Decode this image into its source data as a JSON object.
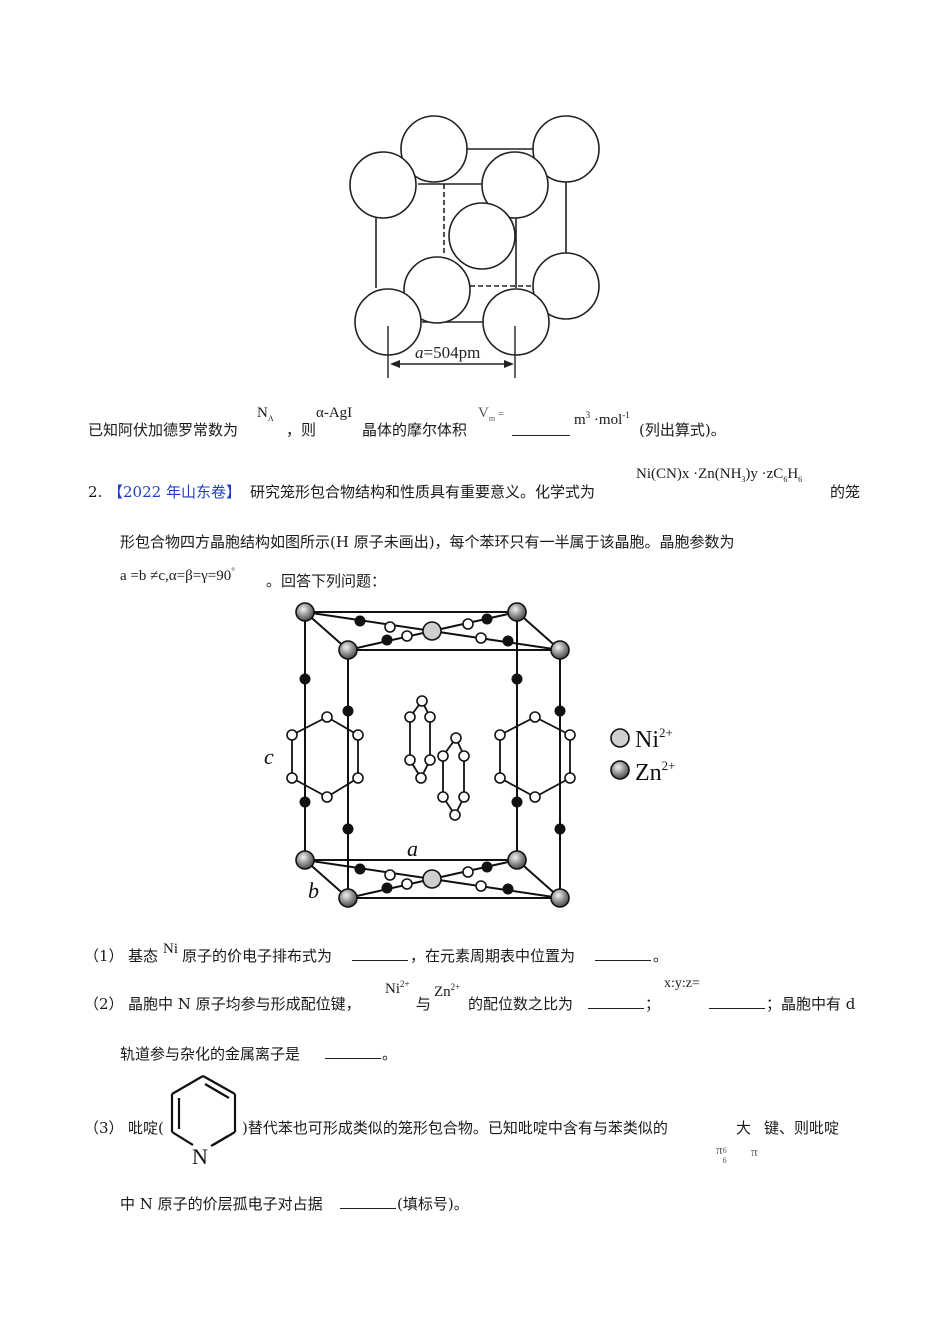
{
  "figure1": {
    "label": "a=504pm",
    "label_italic": "a",
    "label_value": "=504pm"
  },
  "line1": {
    "prefix": "已知阿伏加德罗常数为",
    "na": "N",
    "na_sub": "A",
    "comma": "，则",
    "agi": "α-AgI",
    "middle": "晶体的摩尔体积",
    "vm": "V",
    "vm_sub": "m",
    "eq": " =",
    "unit_m": "m",
    "unit_m_sup": "3",
    "unit_mol": " ·mol",
    "unit_mol_sup": "-1",
    "suffix": "(列出算式)。"
  },
  "question2": {
    "number": "2.",
    "source": "【2022 年山东卷】",
    "intro": "研究笼形包合物结构和性质具有重要意义。化学式为",
    "formula": "Ni(CN)x ·Zn(NH",
    "formula_sub1": "3",
    "formula_mid": ")y ·zC",
    "formula_sub2": "6",
    "formula_h": "H",
    "formula_sub3": "6",
    "intro_end": "的笼",
    "line2": "形包合物四方晶胞结构如图所示(H 原子未画出)，每个苯环只有一半属于该晶胞。晶胞参数为",
    "params": "a =b ≠c,α=β=γ=90",
    "params_sup": "°",
    "line3_end": "。回答下列问题："
  },
  "figure2": {
    "label_a": "a",
    "label_b": "b",
    "label_c": "c",
    "legend": [
      {
        "ion": "Ni",
        "charge": "2+",
        "color": "#cfcfcf"
      },
      {
        "ion": "Zn",
        "charge": "2+",
        "color": "#8a8a8a"
      }
    ]
  },
  "sub1": {
    "number": "（1）",
    "text_a": "基态",
    "ni": "Ni",
    "text_b": "原子的价电子排布式为",
    "text_c": "，在元素周期表中位置为",
    "text_d": "。"
  },
  "sub2": {
    "number": "（2）",
    "text_a": "晶胞中 N 原子均参与形成配位键，",
    "ni": "Ni",
    "ni_sup": "2+",
    "and": "与",
    "zn": "Zn",
    "zn_sup": "2+",
    "text_b": "的配位数之比为",
    "semi": "；",
    "xyz": "x:y:z=",
    "text_c": "；晶胞中有 d",
    "line2": "轨道参与杂化的金属离子是",
    "line2_end": "。"
  },
  "sub3": {
    "number": "（3）",
    "text_a": "吡啶(",
    "pyridine_n": "N",
    "text_b": ")替代苯也可形成类似的笼形包合物。已知吡啶中含有与苯类似的",
    "da": "大",
    "text_c": "键、则吡啶",
    "pi66": "π",
    "pi66_sup": "6",
    "pi66_sub": "6",
    "pi": "π",
    "line2": "中 N 原子的价层孤电子对占据",
    "line2_end": "(填标号)。"
  }
}
